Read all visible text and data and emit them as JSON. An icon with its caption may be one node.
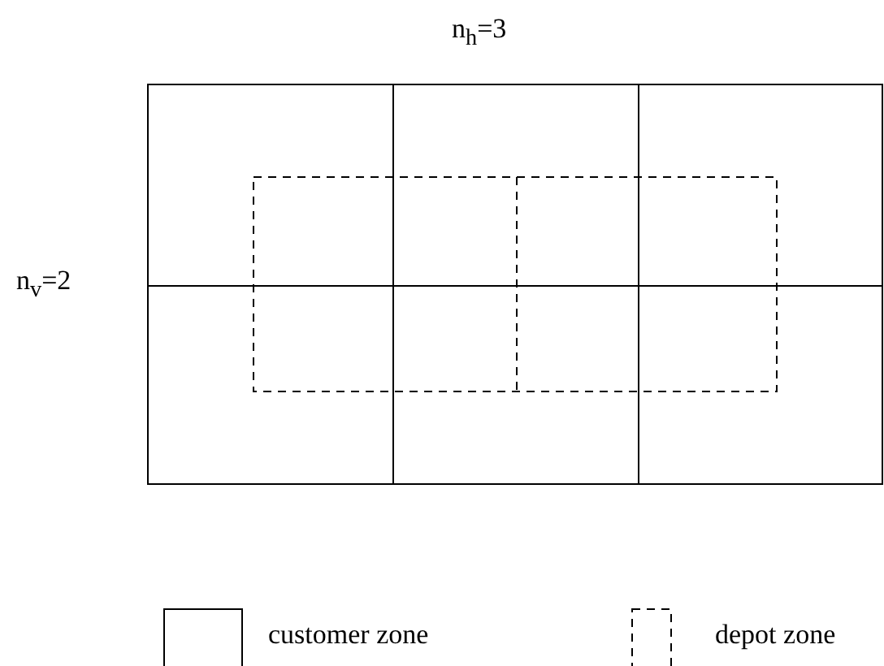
{
  "diagram": {
    "labels": [
      "n$_{h}$=3",
      "n$_{v}$=2"
    ],
    "legend": [
      {
        "text": "customer zone"
      },
      {
        "text": "depot zone"
      }
    ]
  }
}
